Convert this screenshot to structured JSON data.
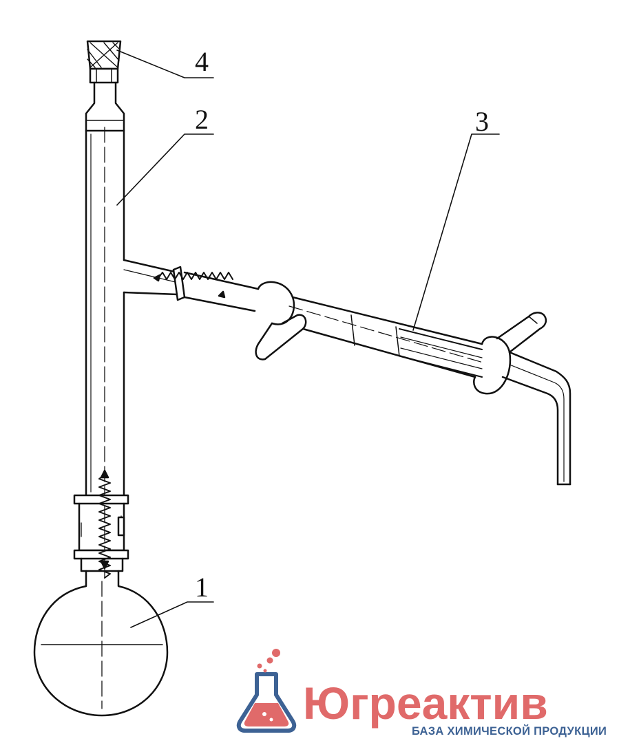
{
  "callouts": [
    {
      "label": "1",
      "part": "flask"
    },
    {
      "label": "2",
      "part": "still-head-column"
    },
    {
      "label": "3",
      "part": "condenser"
    },
    {
      "label": "4",
      "part": "stopper"
    }
  ],
  "logo": {
    "name": "Югреактив",
    "tagline": "БАЗА ХИМИЧЕСКОЙ ПРОДУКЦИИ"
  },
  "colors": {
    "line": "#111111",
    "logo_red": "#e06a6a",
    "logo_blue": "#3d6294"
  }
}
